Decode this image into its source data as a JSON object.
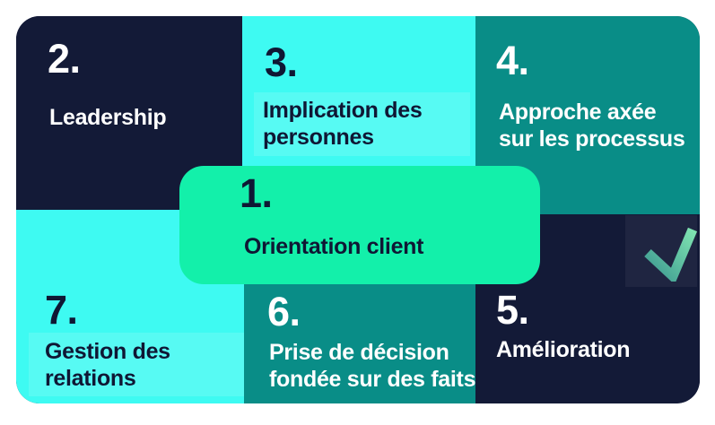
{
  "diagram": {
    "center": {
      "number": "1.",
      "label": "Orientation client"
    },
    "cells": {
      "leadership": {
        "number": "2.",
        "label": "Leadership"
      },
      "implication": {
        "number": "3.",
        "label": "Implication des personnes"
      },
      "processus": {
        "number": "4.",
        "label": "Approche axée sur les processus"
      },
      "amelioration": {
        "number": "5.",
        "label": "Amélioration"
      },
      "decision": {
        "number": "6.",
        "label": "Prise de décision fondée sur des faits"
      },
      "relations": {
        "number": "7.",
        "label": "Gestion des relations"
      }
    },
    "icon": {
      "name": "checkmark-icon"
    },
    "colors": {
      "navy": "#131A37",
      "cyan": "#3EFAF2",
      "teal": "#098D87",
      "green": "#13F0AA",
      "dark_text": "#0F1734",
      "light_text": "#FFFFFF",
      "check_gradient_start": "#2F8A8A",
      "check_gradient_end": "#85EAB4",
      "page_background": "#FFFFFF"
    }
  }
}
